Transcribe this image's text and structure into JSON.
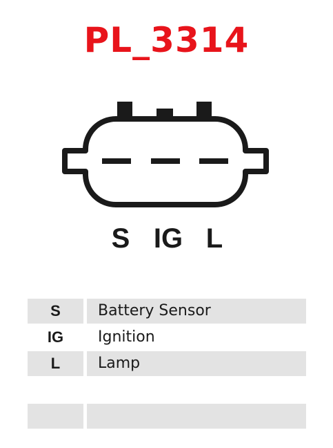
{
  "title": "PL_3314",
  "colors": {
    "title": "#e8141b",
    "outline": "#1a1a1a",
    "row_shade": "#e3e3e3"
  },
  "connector": {
    "pins": [
      "S",
      "IG",
      "L"
    ]
  },
  "legend": {
    "rows": [
      {
        "code": "S",
        "description": "Battery Sensor",
        "shaded": true
      },
      {
        "code": "IG",
        "description": "Ignition",
        "shaded": false
      },
      {
        "code": "L",
        "description": "Lamp",
        "shaded": true
      },
      {
        "code": "",
        "description": "",
        "shaded": false
      },
      {
        "code": "",
        "description": "",
        "shaded": true
      }
    ]
  }
}
